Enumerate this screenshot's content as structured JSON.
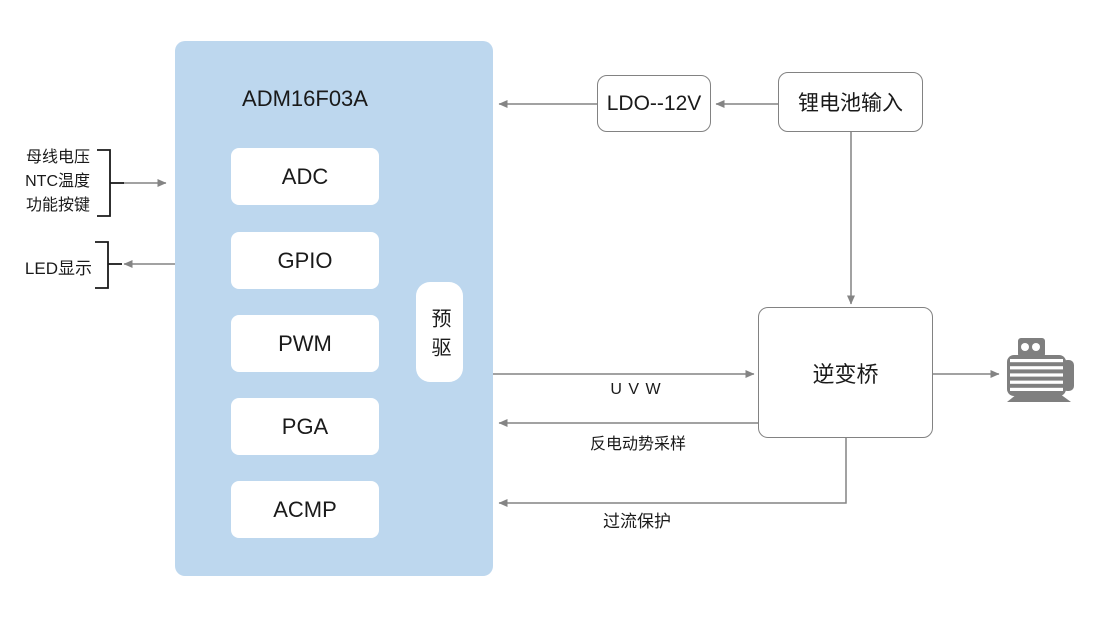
{
  "colors": {
    "chip_fill": "#bdd7ee",
    "box_border": "#828282",
    "wire": "#848484",
    "bracket": "#1a1a1a",
    "text": "#1a1a1a",
    "motor": "#7f7f7f"
  },
  "chip": {
    "title": "ADM16F03A",
    "blocks": [
      {
        "label": "ADC"
      },
      {
        "label": "GPIO"
      },
      {
        "label": "PWM"
      },
      {
        "label": "PGA"
      },
      {
        "label": "ACMP"
      }
    ],
    "predriver_label": "预驱"
  },
  "left_side": {
    "input_signals": [
      "母线电压",
      "NTC温度",
      "功能按键"
    ],
    "display_label": "LED显示"
  },
  "power": {
    "ldo_label": "LDO--12V",
    "battery_label": "锂电池输入"
  },
  "inverter_label": "逆变桥",
  "connections": {
    "uvw_label": "U V W",
    "bemf_label": "反电动势采样",
    "ocp_label": "过流保护"
  },
  "icons": {
    "motor": "motor-icon"
  }
}
